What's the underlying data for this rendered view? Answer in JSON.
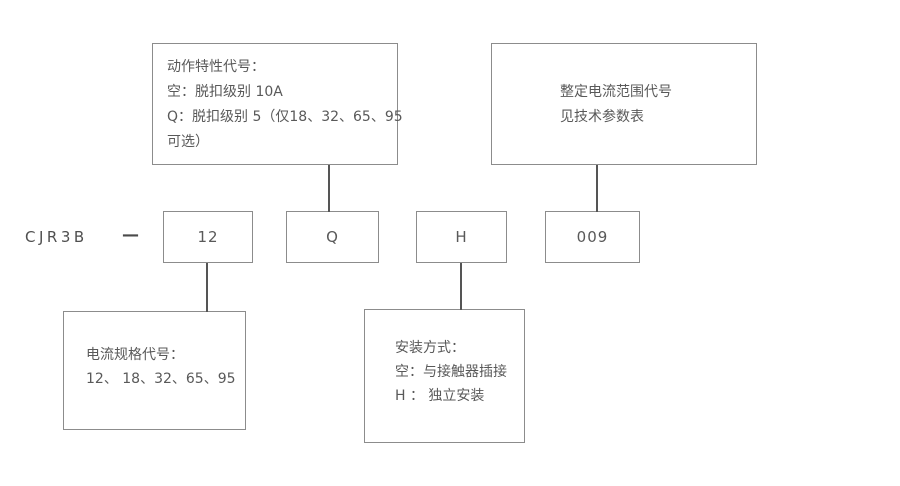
{
  "diagram": {
    "title_semantics": "CJR3B thermal relay model designation diagram",
    "model_prefix": "CJR3B",
    "separator": "—",
    "codes": {
      "current_spec": "12",
      "trip_class": "Q",
      "mounting": "H",
      "current_range": "009"
    },
    "callouts": {
      "trip_class": {
        "line1": "动作特性代号：",
        "line2": "空：脱扣级别 10A",
        "line3": "Q：脱扣级别 5（仅18、32、65、95",
        "line4": "可选）"
      },
      "current_range": {
        "line1": "整定电流范围代号",
        "line2": "见技术参数表"
      },
      "current_spec": {
        "line1": "电流规格代号：",
        "line2": "12、 18、32、65、95"
      },
      "mounting": {
        "line1": "安装方式：",
        "line2": "空：与接触器插接",
        "line3": "H ： 独立安装"
      }
    },
    "colors": {
      "border": "#8c8c8c",
      "connector": "#555555",
      "text": "#595959",
      "background": "#ffffff"
    }
  }
}
